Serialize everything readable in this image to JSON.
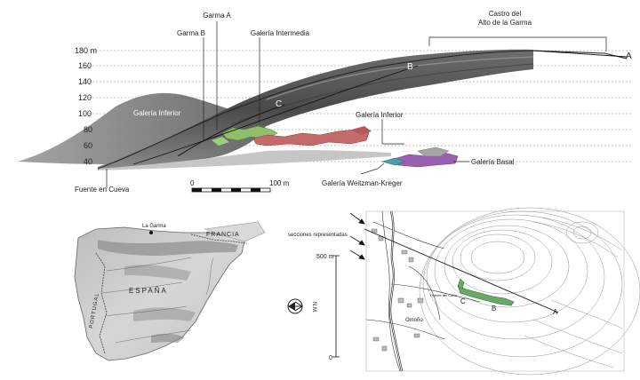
{
  "profile": {
    "elevation_unit_label": "180 m",
    "elevation_ticks": [
      "160",
      "140",
      "120",
      "100",
      "80",
      "60",
      "40"
    ],
    "labels": {
      "castro_line1": "Castro del",
      "castro_line2": "Alto de la Garma",
      "garma_a": "Garma A",
      "garma_b": "Garma B",
      "galeria_intermedia": "Galería Intermedia",
      "galeria_inferior_left": "Galería Inferior",
      "galeria_inferior_right": "Galería Inferior",
      "galeria_basal": "Galería Basal",
      "galeria_weitzman": "Galería Weitzman-Kreger",
      "fuente": "Fuente en Cueva",
      "section_a": "A",
      "section_b": "B",
      "section_c": "C"
    },
    "scale": {
      "zero": "0",
      "end": "100 m"
    }
  },
  "iberia_map": {
    "labels": {
      "la_garma": "La Garma",
      "francia": "FRANCIA",
      "espana": "ESPAÑA",
      "portugal": "PORTUGAL"
    }
  },
  "plan": {
    "sections_label": "secciones representadas",
    "scale_top": "500 m",
    "scale_bottom": "0",
    "north_label": "N.M.",
    "labels": {
      "a": "A",
      "b": "B",
      "c": "C",
      "omono": "Omoño",
      "puente": "Puente del Cubo"
    }
  }
}
